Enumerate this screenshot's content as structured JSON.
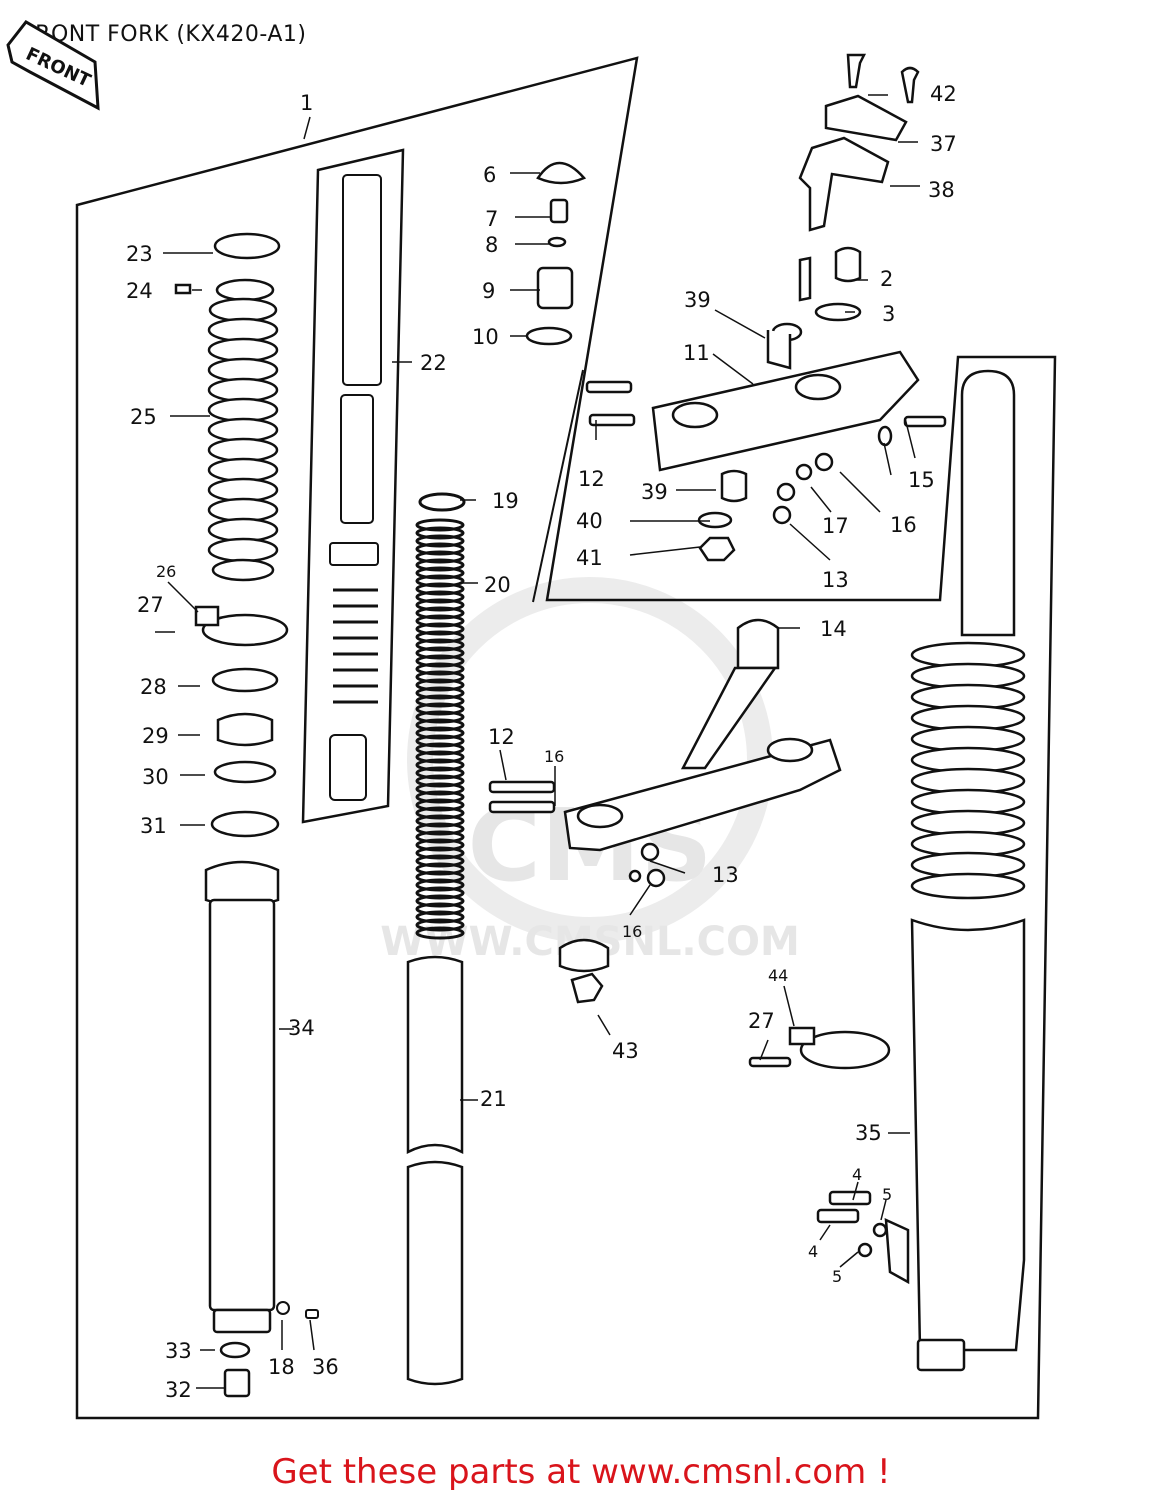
{
  "title": "FRONT FORK (KX420-A1)",
  "front_badge": "FRONT",
  "watermark": {
    "brand": "CMS",
    "url": "WWW.CMSNL.COM"
  },
  "footer": "Get these parts at www.cmsnl.com !",
  "callouts": {
    "n1": "1",
    "n2": "2",
    "n3": "3",
    "n4a": "4",
    "n4b": "4",
    "n5a": "5",
    "n5b": "5",
    "n6": "6",
    "n7": "7",
    "n8": "8",
    "n9": "9",
    "n10": "10",
    "n11": "11",
    "n12a": "12",
    "n12b": "12",
    "n13a": "13",
    "n13b": "13",
    "n14": "14",
    "n15": "15",
    "n16a": "16",
    "n16b": "16",
    "n16c": "16",
    "n17": "17",
    "n18": "18",
    "n19": "19",
    "n20": "20",
    "n21": "21",
    "n22": "22",
    "n23": "23",
    "n24": "24",
    "n25": "25",
    "n26": "26",
    "n27a": "27",
    "n27b": "27",
    "n28": "28",
    "n29": "29",
    "n30": "30",
    "n31": "31",
    "n32": "32",
    "n33": "33",
    "n34": "34",
    "n35": "35",
    "n36": "36",
    "n37": "37",
    "n38": "38",
    "n39a": "39",
    "n39b": "39",
    "n40": "40",
    "n41": "41",
    "n42": "42",
    "n43": "43",
    "n44": "44"
  }
}
